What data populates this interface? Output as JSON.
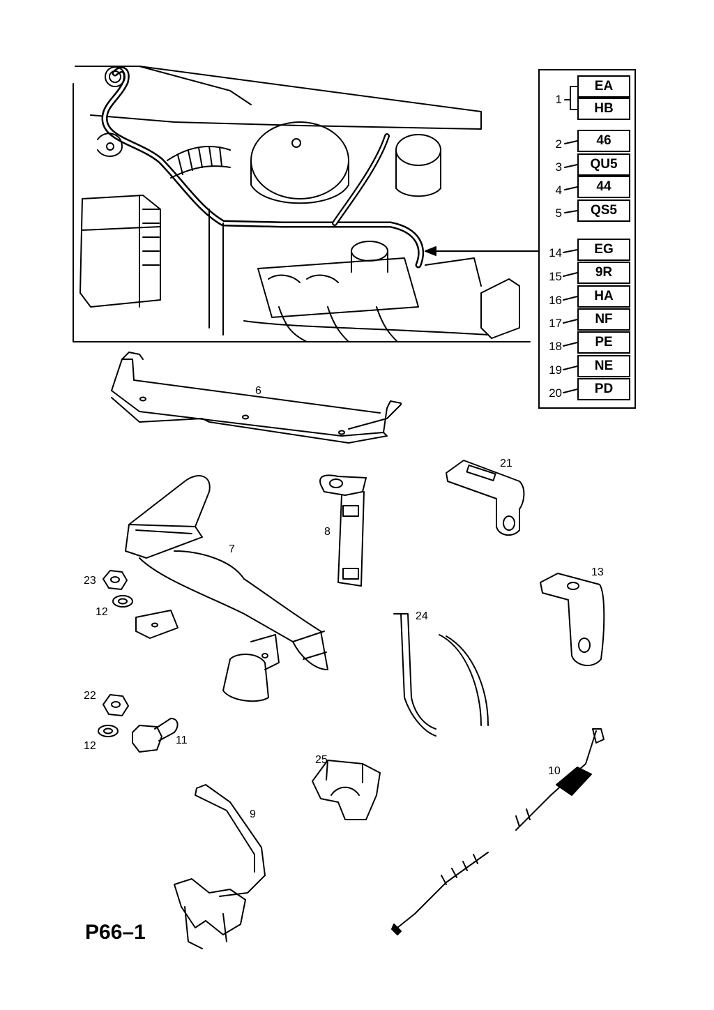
{
  "plate_id": "P66–1",
  "legend": [
    {
      "num": "1",
      "codes": [
        "EA",
        "HB"
      ]
    },
    {
      "num": "2",
      "codes": [
        "46"
      ]
    },
    {
      "num": "3",
      "codes": [
        "QU5"
      ]
    },
    {
      "num": "4",
      "codes": [
        "44"
      ]
    },
    {
      "num": "5",
      "codes": [
        "QS5"
      ]
    },
    {
      "num": "14",
      "codes": [
        "EG"
      ]
    },
    {
      "num": "15",
      "codes": [
        "9R"
      ]
    },
    {
      "num": "16",
      "codes": [
        "HA"
      ]
    },
    {
      "num": "17",
      "codes": [
        "NF"
      ]
    },
    {
      "num": "18",
      "codes": [
        "PE"
      ]
    },
    {
      "num": "19",
      "codes": [
        "NE"
      ]
    },
    {
      "num": "20",
      "codes": [
        "PD"
      ]
    }
  ],
  "part_labels": {
    "p6": "6",
    "p7": "7",
    "p8": "8",
    "p9": "9",
    "p10": "10",
    "p11": "11",
    "p12a": "12",
    "p12b": "12",
    "p13": "13",
    "p21": "21",
    "p22": "22",
    "p23": "23",
    "p24": "24",
    "p25": "25"
  }
}
